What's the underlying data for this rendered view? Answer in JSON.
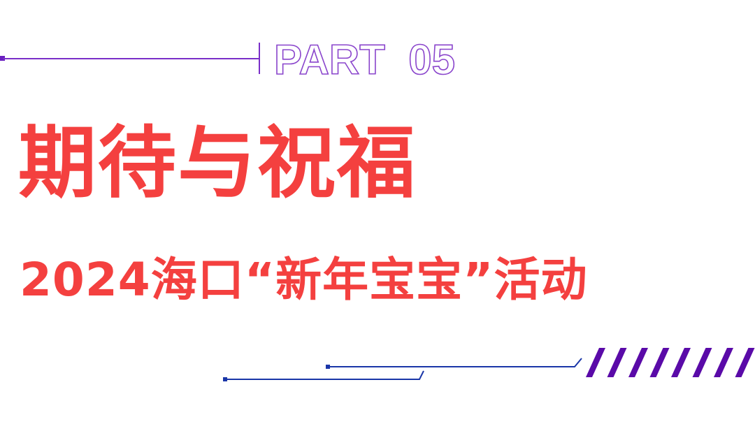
{
  "part_label": "PART  05",
  "title": "期待与祝福",
  "subtitle": "2024海口“新年宝宝”活动",
  "colors": {
    "accent_red": "#f4403f",
    "purple": "#7a2fc8",
    "stripe_purple": "#5a0aa8",
    "blue": "#1a36a8"
  }
}
